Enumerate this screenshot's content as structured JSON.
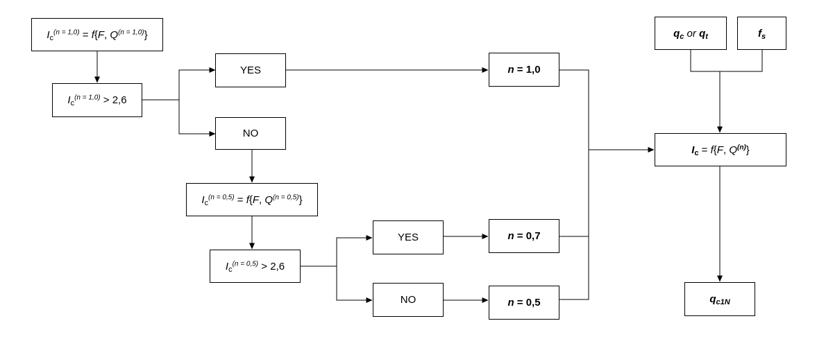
{
  "diagram": {
    "ic_n10": {
      "I": "I",
      "c": "c",
      "exp": "(n = 1,0)",
      "eq": " = ",
      "f": "f",
      "open": "{",
      "F": "F",
      "comma": ", ",
      "Q": "Q",
      "qexp": "(n = 1,0)",
      "close": "}"
    },
    "ic_n10_test": {
      "I": "I",
      "c": "c",
      "exp": "(n = 1,0)",
      "rest": " > 2,6"
    },
    "yes_top": "YES",
    "no_top": "NO",
    "ic_n05": {
      "I": "I",
      "c": "c",
      "exp": "(n = 0,5)",
      "eq": " = ",
      "f": "f",
      "open": "{",
      "F": "F",
      "comma": ", ",
      "Q": "Q",
      "qexp": "(n = 0,5)",
      "close": "}"
    },
    "ic_n05_test": {
      "I": "I",
      "c": "c",
      "exp": "(n = 0,5)",
      "rest": " > 2,6"
    },
    "yes_bottom": "YES",
    "no_bottom": "NO",
    "n_10": {
      "n": "n",
      "val": " = 1,0"
    },
    "n_07": {
      "n": "n",
      "val": " = 0,7"
    },
    "n_05": {
      "n": "n",
      "val": " = 0,5"
    },
    "qc_qt": {
      "q1": "q",
      "s1": "c",
      "or": " or ",
      "q2": "q",
      "s2": "t"
    },
    "fs": {
      "f": "f",
      "s": "s"
    },
    "ic_final": {
      "I": "I",
      "c": "c",
      "eq": " = ",
      "f": "f",
      "open": "{",
      "F": "F",
      "comma": ", ",
      "Q": "Q",
      "qexp": "(n)",
      "close": "}"
    },
    "qc1n": {
      "q": "q",
      "sub": "c1N"
    }
  }
}
